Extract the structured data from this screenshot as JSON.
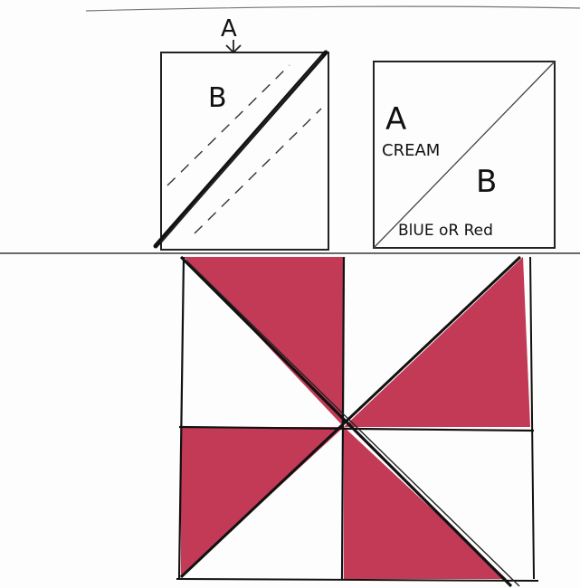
{
  "colors": {
    "paper": "#fdfdfd",
    "ink": "#111111",
    "red_fill": "#c23a55",
    "pencil": "#666666"
  },
  "top_left_block": {
    "label_a": "A",
    "label_b": "B"
  },
  "top_right_block": {
    "label_a": "A",
    "label_cream": "CREAM",
    "label_b": "B",
    "label_blue_or_red": "BlUE oR Red"
  },
  "pinwheel_block": {
    "fill_color": "#c23a55",
    "quadrants": 4,
    "pattern": "pinwheel"
  }
}
